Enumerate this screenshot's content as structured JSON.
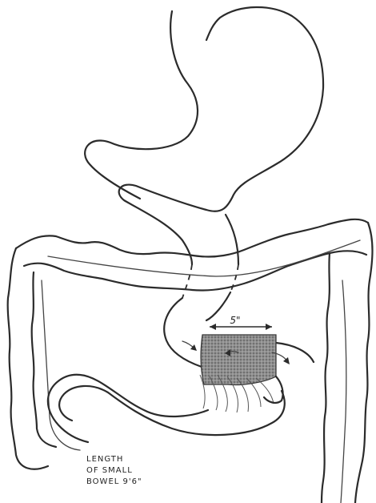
{
  "annotations": {
    "measurement": "5\"",
    "length_line1": "LENGTH",
    "length_line2": "OF SMALL",
    "length_line3": "BOWEL 9'6\""
  },
  "colors": {
    "ink": "#2b2b2b",
    "anastomosis_fill": "#9a9a9a",
    "background": "#ffffff"
  }
}
